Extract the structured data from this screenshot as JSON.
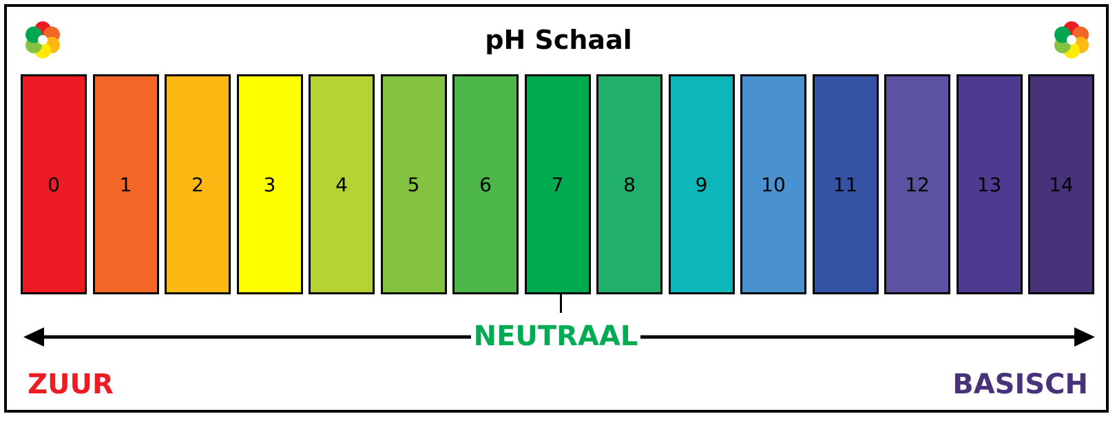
{
  "title": "pH Schaal",
  "labels": {
    "neutral": "NEUTRAAL",
    "acid": "ZUUR",
    "base": "BASISCH"
  },
  "colors": {
    "neutral": "#00AB52",
    "acid": "#ED1C24",
    "base": "#48327A"
  },
  "scale": [
    {
      "value": "0",
      "color": "#ED1C24"
    },
    {
      "value": "1",
      "color": "#F26726"
    },
    {
      "value": "2",
      "color": "#FDB813"
    },
    {
      "value": "3",
      "color": "#FFFF00"
    },
    {
      "value": "4",
      "color": "#B5D333"
    },
    {
      "value": "5",
      "color": "#84C341"
    },
    {
      "value": "6",
      "color": "#4CB748"
    },
    {
      "value": "7",
      "color": "#00AB4F"
    },
    {
      "value": "8",
      "color": "#20B06A"
    },
    {
      "value": "9",
      "color": "#0BB7B9"
    },
    {
      "value": "10",
      "color": "#4A91D0"
    },
    {
      "value": "11",
      "color": "#3453A4"
    },
    {
      "value": "12",
      "color": "#5C52A2"
    },
    {
      "value": "13",
      "color": "#4E3A8F"
    },
    {
      "value": "14",
      "color": "#48327A"
    }
  ],
  "logo_petals": [
    "#ED1C24",
    "#F26726",
    "#FDB813",
    "#FFEA00",
    "#84C341",
    "#00A651"
  ]
}
